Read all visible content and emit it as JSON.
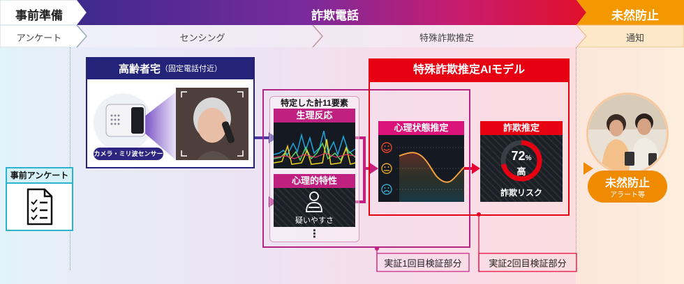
{
  "header": {
    "phase_prep": "事前準備",
    "phase_fraud_call": "詐欺電話",
    "phase_prevention": "未然防止",
    "step_survey": "アンケート",
    "step_sensing": "センシング",
    "step_estimation": "特殊詐欺推定",
    "step_notify": "通知"
  },
  "home": {
    "title": "高齢者宅",
    "subtitle": "（固定電話付近）",
    "sensor_label": "カメラ・ミリ波センサー"
  },
  "survey": {
    "title": "事前アンケート"
  },
  "elements": {
    "title": "特定した計11要素",
    "physio_title": "生理反応",
    "psych_title": "心理的特性",
    "psych_trait": "疑いやすさ",
    "more": "⋮"
  },
  "model": {
    "title": "特殊詐欺推定AIモデル",
    "mental_title": "心理状態推定",
    "fraud_title": "詐欺推定",
    "gauge": {
      "value": 72,
      "percent_sign": "%",
      "level": "高"
    },
    "risk_label": "詐欺リスク"
  },
  "outcome": {
    "title": "未然防止",
    "sub": "アラート等"
  },
  "verification": {
    "phase1": "実証1回目検証部分",
    "phase2": "実証2回目検証部分"
  },
  "colors": {
    "purple": "#5a2c91",
    "magenta": "#c4207e",
    "red": "#e60012",
    "orange": "#ef7d00",
    "cyan": "#2bb3cf",
    "navy": "#23237a"
  }
}
